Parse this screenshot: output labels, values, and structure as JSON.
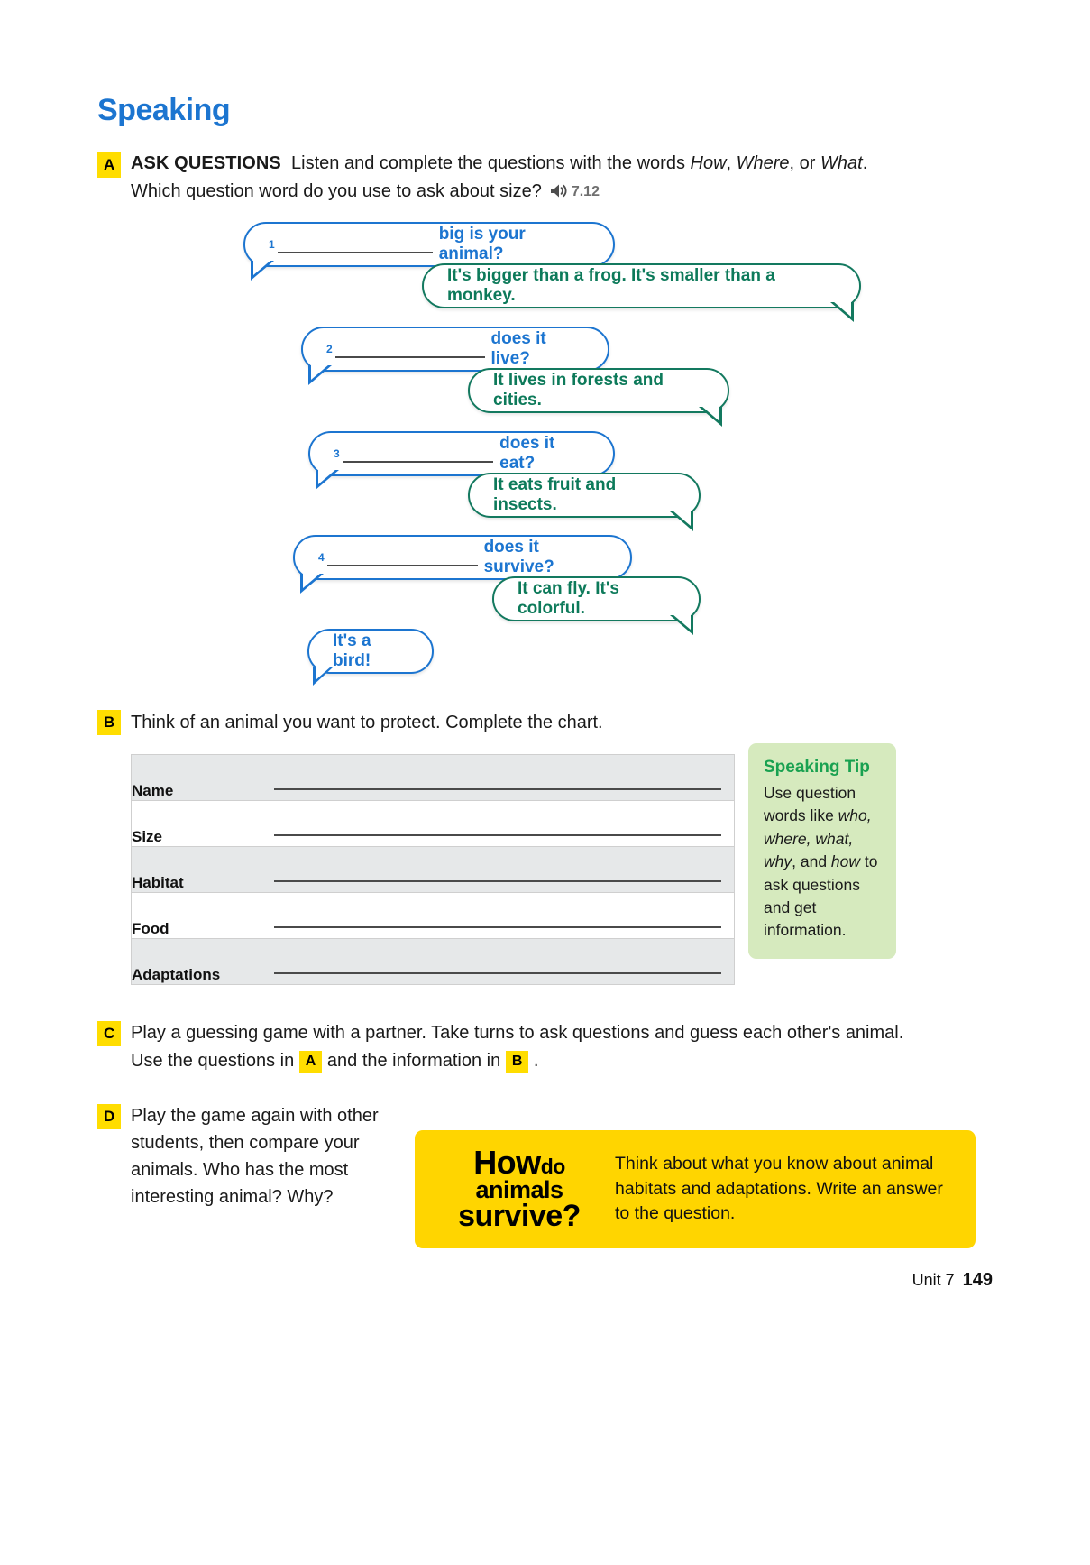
{
  "page": {
    "section_title": "Speaking",
    "footer_unit": "Unit 7",
    "footer_page": "149"
  },
  "colors": {
    "blue": "#1c75d0",
    "green": "#0d7a5a",
    "tip_green": "#19a150",
    "tip_bg": "#d6eabe",
    "yellow": "#ffd500",
    "badge_yellow": "#ffdd00",
    "row_shade": "#e6e8e9"
  },
  "exercise_a": {
    "letter": "A",
    "label": "ASK QUESTIONS",
    "text_1": "Listen and complete the questions with the words ",
    "word_how": "How",
    "sep_1": ", ",
    "word_where": "Where",
    "sep_2": ", or ",
    "word_what": "What",
    "text_2": ". Which question word do you use to ask about size?",
    "audio_icon": "speaker-icon",
    "audio_track": "7.12",
    "bubbles": [
      {
        "kind": "question",
        "number": "1",
        "text": "big is your animal?"
      },
      {
        "kind": "answer",
        "text": "It's bigger than a frog. It's smaller than a monkey."
      },
      {
        "kind": "question",
        "number": "2",
        "text": "does it live?"
      },
      {
        "kind": "answer",
        "text": "It lives in forests and cities."
      },
      {
        "kind": "question",
        "number": "3",
        "text": "does it eat?"
      },
      {
        "kind": "answer",
        "text": "It eats fruit and insects."
      },
      {
        "kind": "question",
        "number": "4",
        "text": "does it survive?"
      },
      {
        "kind": "answer",
        "text": "It can fly. It's colorful."
      },
      {
        "kind": "question",
        "text": "It's a bird!"
      }
    ]
  },
  "exercise_b": {
    "letter": "B",
    "text": "Think of an animal you want to protect. Complete the chart.",
    "chart": {
      "rows": [
        {
          "label": "Name",
          "value": ""
        },
        {
          "label": "Size",
          "value": ""
        },
        {
          "label": "Habitat",
          "value": ""
        },
        {
          "label": "Food",
          "value": ""
        },
        {
          "label": "Adaptations",
          "value": ""
        }
      ]
    }
  },
  "speaking_tip": {
    "heading": "Speaking Tip",
    "text_1": "Use question words like ",
    "italic_1": "who, where, what, why",
    "text_2": ", and ",
    "italic_2": "how",
    "text_3": " to ask questions and get information."
  },
  "exercise_c": {
    "letter": "C",
    "text_1": "Play a guessing game with a partner. Take turns to ask questions and guess each other's animal. Use the questions in ",
    "ref_a": "A",
    "text_2": " and the information in ",
    "ref_b": "B",
    "text_3": " ."
  },
  "exercise_d": {
    "letter": "D",
    "text": "Play the game again with other students, then compare your animals. Who has the most interesting animal? Why?"
  },
  "banner": {
    "question_line_1": "How",
    "question_line_1_small": "do",
    "question_line_2": "animals",
    "question_line_3": "survive?",
    "body": "Think about what you know about animal habitats and adaptations. Write an answer to the question."
  }
}
